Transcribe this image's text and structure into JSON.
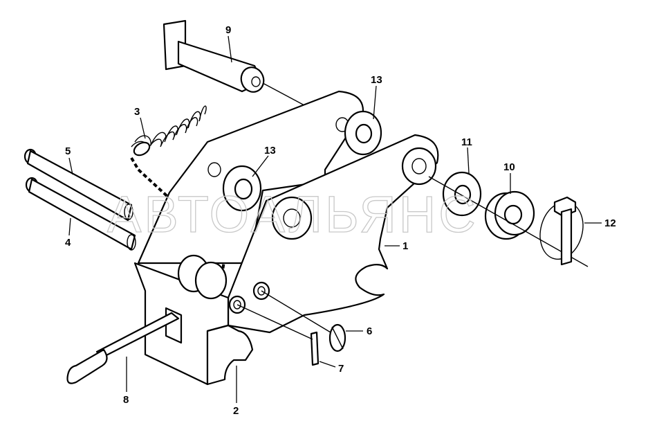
{
  "watermark": "АВТОАЛЬЯНС",
  "callouts": [
    {
      "id": "p1",
      "label": "1"
    },
    {
      "id": "p2",
      "label": "2"
    },
    {
      "id": "p3",
      "label": "3"
    },
    {
      "id": "p4",
      "label": "4"
    },
    {
      "id": "p5",
      "label": "5"
    },
    {
      "id": "p6",
      "label": "6"
    },
    {
      "id": "p7",
      "label": "7"
    },
    {
      "id": "p8",
      "label": "8"
    },
    {
      "id": "p9",
      "label": "9"
    },
    {
      "id": "p10",
      "label": "10"
    },
    {
      "id": "p11",
      "label": "11"
    },
    {
      "id": "p12",
      "label": "12"
    },
    {
      "id": "p13a",
      "label": "13"
    },
    {
      "id": "p13b",
      "label": "13"
    }
  ]
}
